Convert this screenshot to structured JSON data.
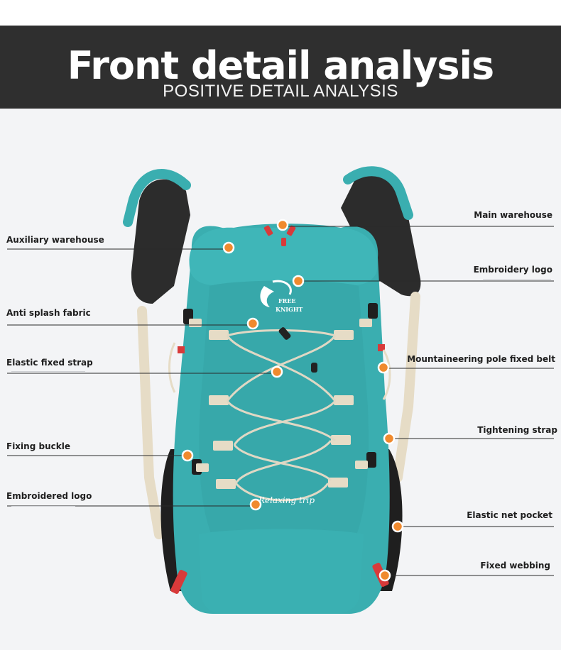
{
  "header": {
    "title": "Front detail analysis",
    "subtitle": "POSITIVE DETAIL ANALYSIS"
  },
  "product": {
    "brand_logo": "FREE KNIGHT",
    "embroidery_text": "Relaxing trip",
    "body_color": "#3aaeb0",
    "strap_color": "#e6dcc6",
    "accent_color": "#d83a3a",
    "marker_color": "#f08a2e"
  },
  "callouts_left": [
    {
      "label": "Auxiliary warehouse"
    },
    {
      "label": "Anti splash fabric"
    },
    {
      "label": "Elastic fixed strap"
    },
    {
      "label": "Fixing buckle"
    },
    {
      "label": "Embroidered logo"
    }
  ],
  "callouts_right": [
    {
      "label": "Main warehouse"
    },
    {
      "label": "Embroidery logo"
    },
    {
      "label": "Mountaineering pole fixed belt"
    },
    {
      "label": "Tightening strap"
    },
    {
      "label": "Elastic net pocket"
    },
    {
      "label": "Fixed webbing"
    }
  ]
}
